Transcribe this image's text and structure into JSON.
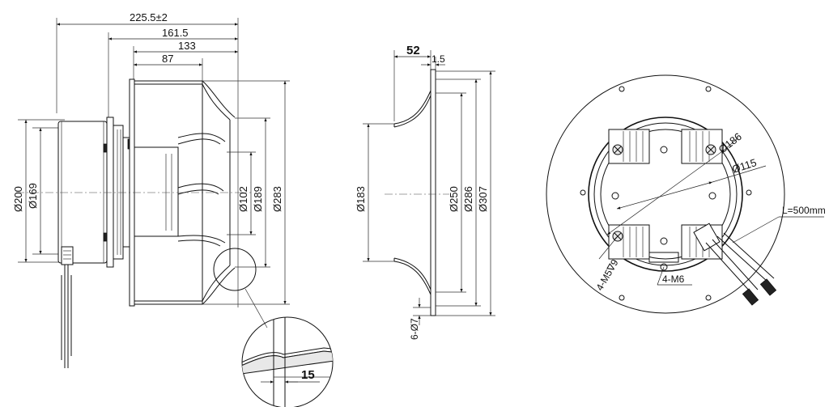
{
  "side_view": {
    "dims_top": [
      "225.5±2",
      "161.5",
      "133",
      "87"
    ],
    "dims_left": [
      "Ø200",
      "Ø169"
    ],
    "dims_right": [
      "Ø102",
      "Ø189",
      "Ø283"
    ]
  },
  "detail": {
    "dim": "15"
  },
  "inlet_ring": {
    "dims_top": [
      "52",
      "1.5"
    ],
    "dim_left": "Ø183",
    "dims_right": [
      "Ø250",
      "Ø286",
      "Ø307"
    ],
    "holes": "6-Ø7"
  },
  "rear_view": {
    "d1": "Ø186",
    "d2": "Ø115",
    "cable": "L=500mm",
    "screw1": "4-M5∇9",
    "screw2": "4-M6"
  }
}
